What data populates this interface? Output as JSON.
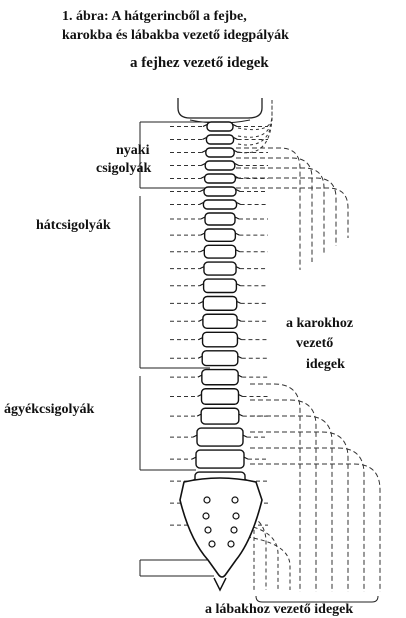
{
  "caption": {
    "line1": "1. ábra: A hátgerincből a fejbe,",
    "line2": "karokba és lábakba vezető idegpályák"
  },
  "labels": {
    "head_nerves": "a fejhez vezető idegek",
    "cervical_line1": "nyaki",
    "cervical_line2": "csigolyák",
    "thoracic": "hátcsigolyák",
    "arm_nerves_line1": "a karokhoz",
    "arm_nerves_line2": "vezető",
    "arm_nerves_line3": "idegek",
    "lumbar": "ágyékcsigolyák",
    "leg_nerves": "a lábakhoz vezető idegek"
  }
}
